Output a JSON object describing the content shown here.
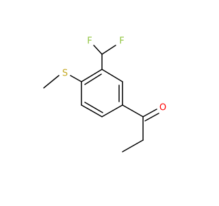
{
  "molecule": {
    "atoms": {
      "F1": "F",
      "F2": "F",
      "S": "S",
      "O": "O"
    },
    "colors": {
      "F": "#8fc43d",
      "S": "#c4a821",
      "O": "#ff0000",
      "bond": "#000000",
      "background": "#ffffff"
    }
  }
}
